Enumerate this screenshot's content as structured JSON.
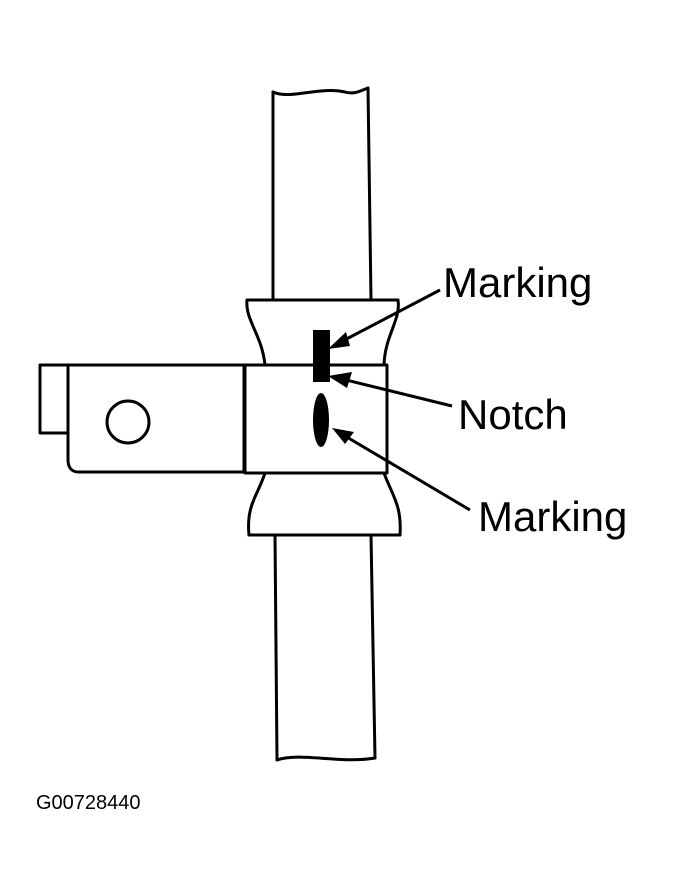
{
  "labels": {
    "marking_top": "Marking",
    "notch": "Notch",
    "marking_bottom": "Marking"
  },
  "figure_code": "G00728440",
  "colors": {
    "line": "#000000",
    "background": "#ffffff"
  }
}
